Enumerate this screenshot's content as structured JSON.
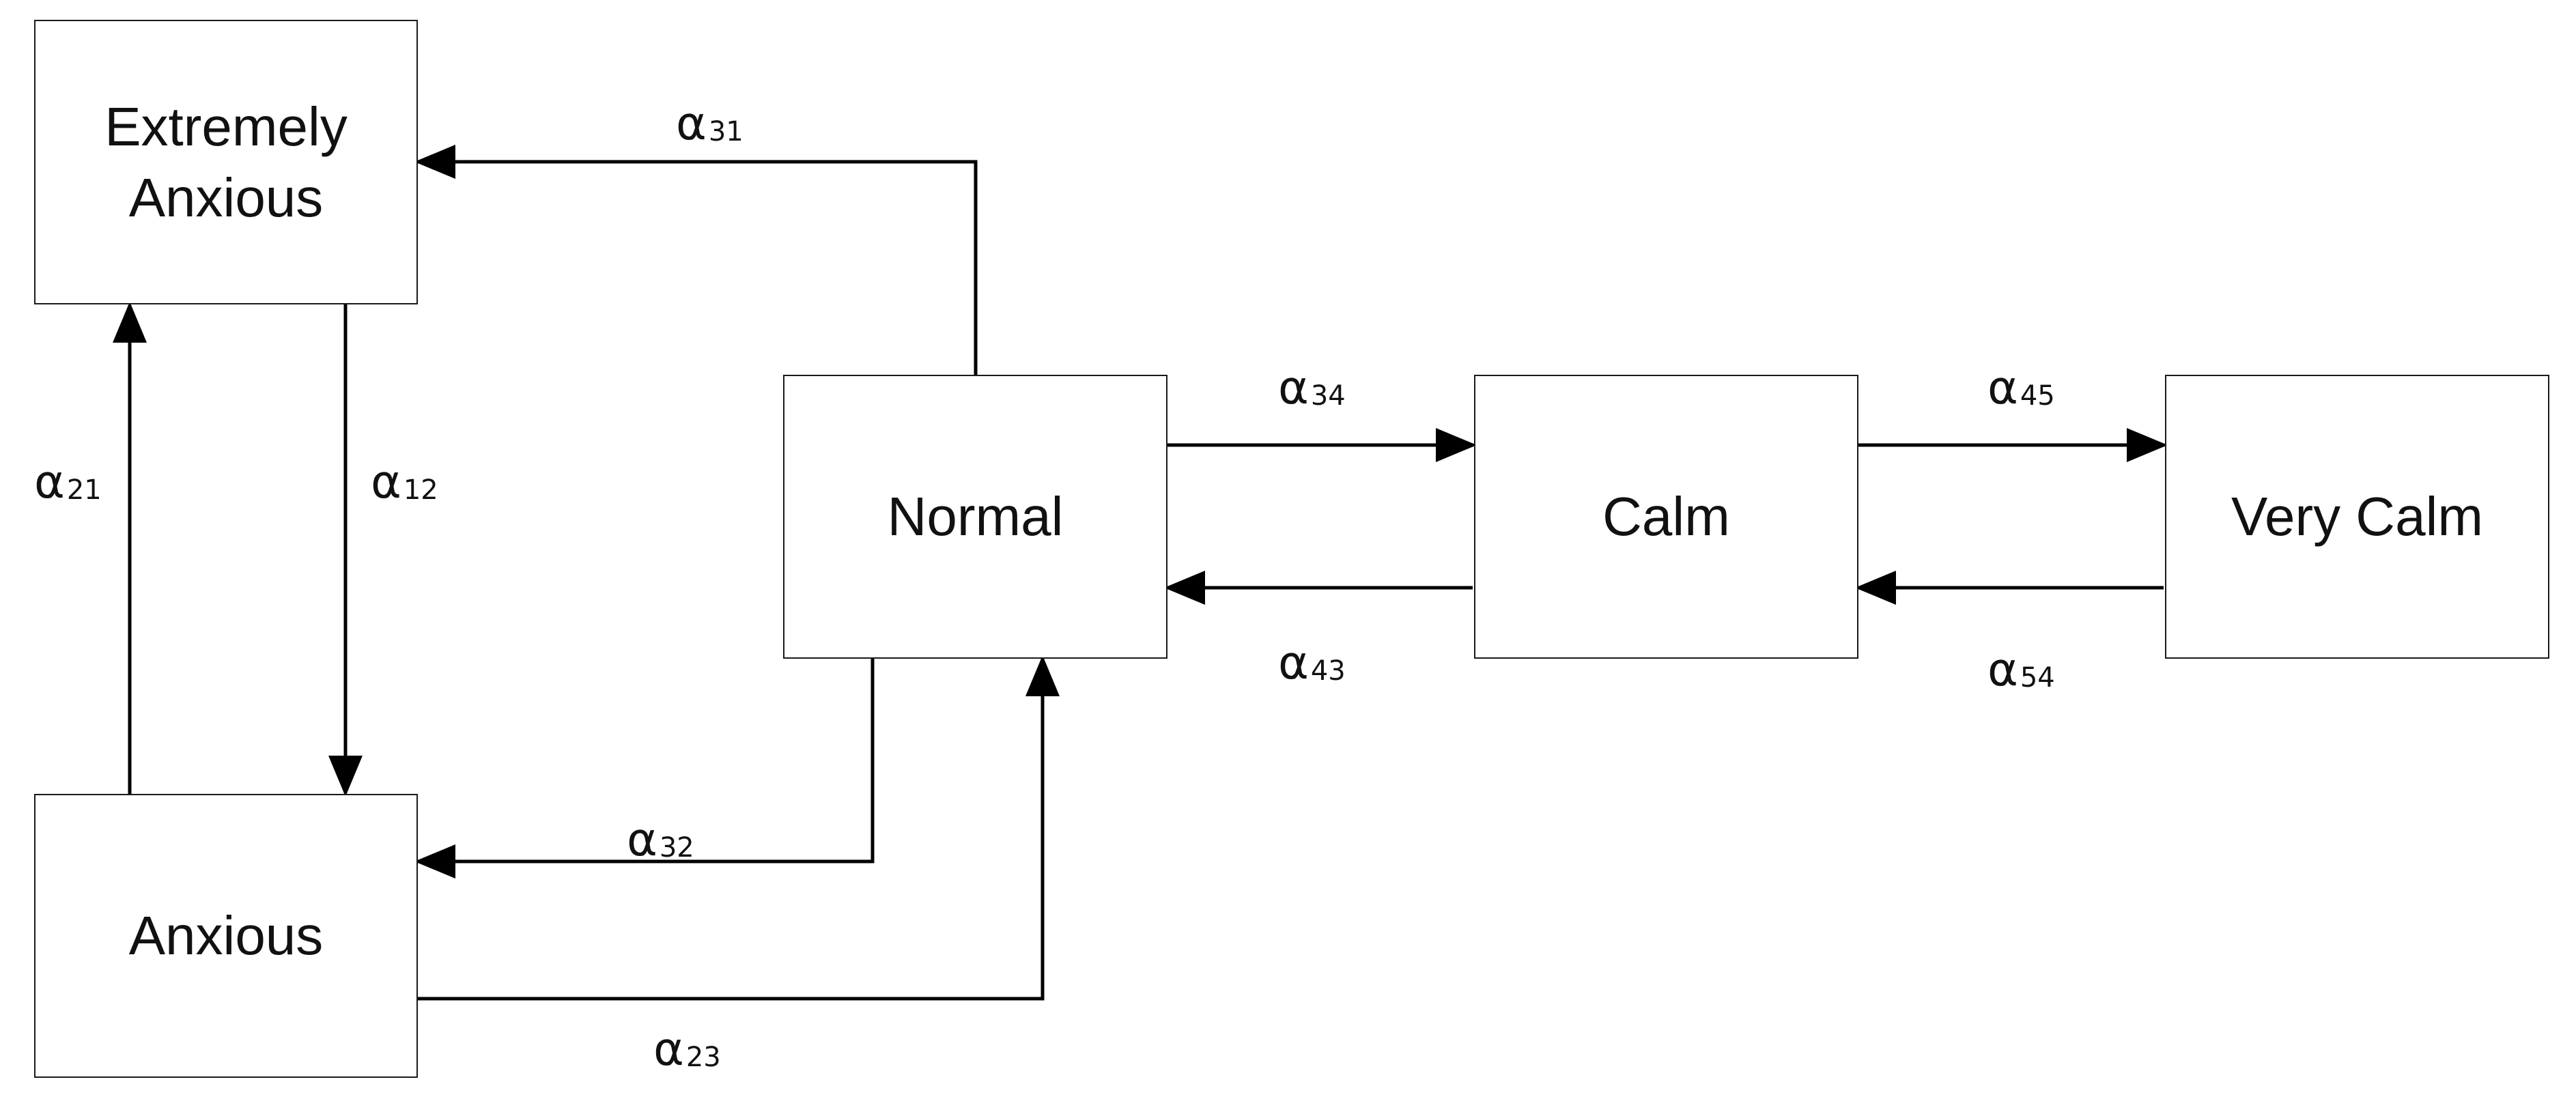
{
  "diagram": {
    "states": {
      "extremely_anxious": "Extremely\nAnxious",
      "anxious": "Anxious",
      "normal": "Normal",
      "calm": "Calm",
      "very_calm": "Very Calm"
    },
    "rates": {
      "a31": {
        "symbol": "α",
        "index": "31"
      },
      "a21": {
        "symbol": "α",
        "index": "21"
      },
      "a12": {
        "symbol": "α",
        "index": "12"
      },
      "a34": {
        "symbol": "α",
        "index": "34"
      },
      "a43": {
        "symbol": "α",
        "index": "43"
      },
      "a45": {
        "symbol": "α",
        "index": "45"
      },
      "a54": {
        "symbol": "α",
        "index": "54"
      },
      "a32": {
        "symbol": "α",
        "index": "32"
      },
      "a23": {
        "symbol": "α",
        "index": "23"
      }
    },
    "line_color": "#000000"
  }
}
